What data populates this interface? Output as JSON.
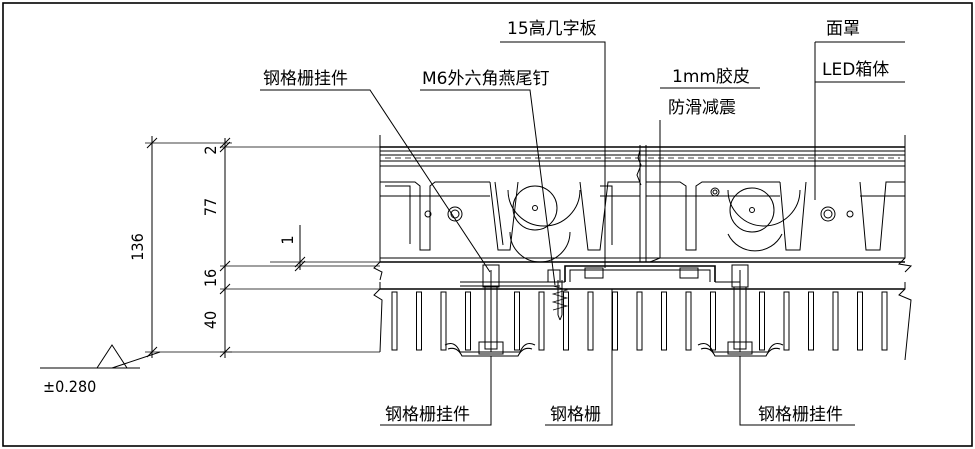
{
  "labels": {
    "grating_hanger_top": "钢格栅挂件",
    "m6_screw": "M6外六角燕尾钉",
    "plate_15": "15高几字板",
    "rubber_1mm": "1mm胶皮",
    "anti_slip": "防滑减震",
    "face_cover": "面罩",
    "led_box": "LED箱体",
    "grating_hanger_bottom_left": "钢格栅挂件",
    "grating": "钢格栅",
    "grating_hanger_bottom_right": "钢格栅挂件"
  },
  "dimensions": {
    "d2": "2",
    "d77": "77",
    "d1": "1",
    "d16": "16",
    "d40": "40",
    "d136": "136",
    "elevation": "±0.280"
  }
}
